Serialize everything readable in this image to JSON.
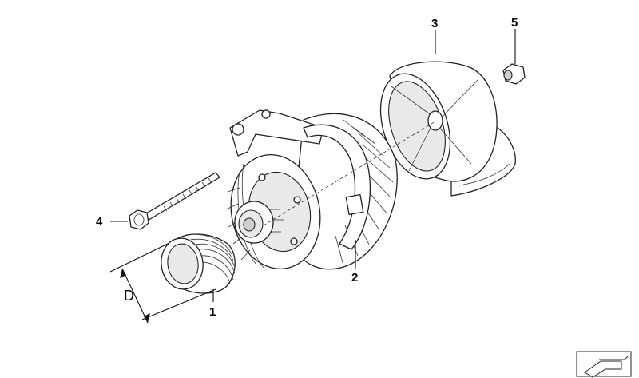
{
  "callouts": {
    "one": "1",
    "two": "2",
    "three": "3",
    "four": "4",
    "five": "5",
    "dimension": "D"
  },
  "icons": {
    "corner": "folder-arrow-icon"
  }
}
